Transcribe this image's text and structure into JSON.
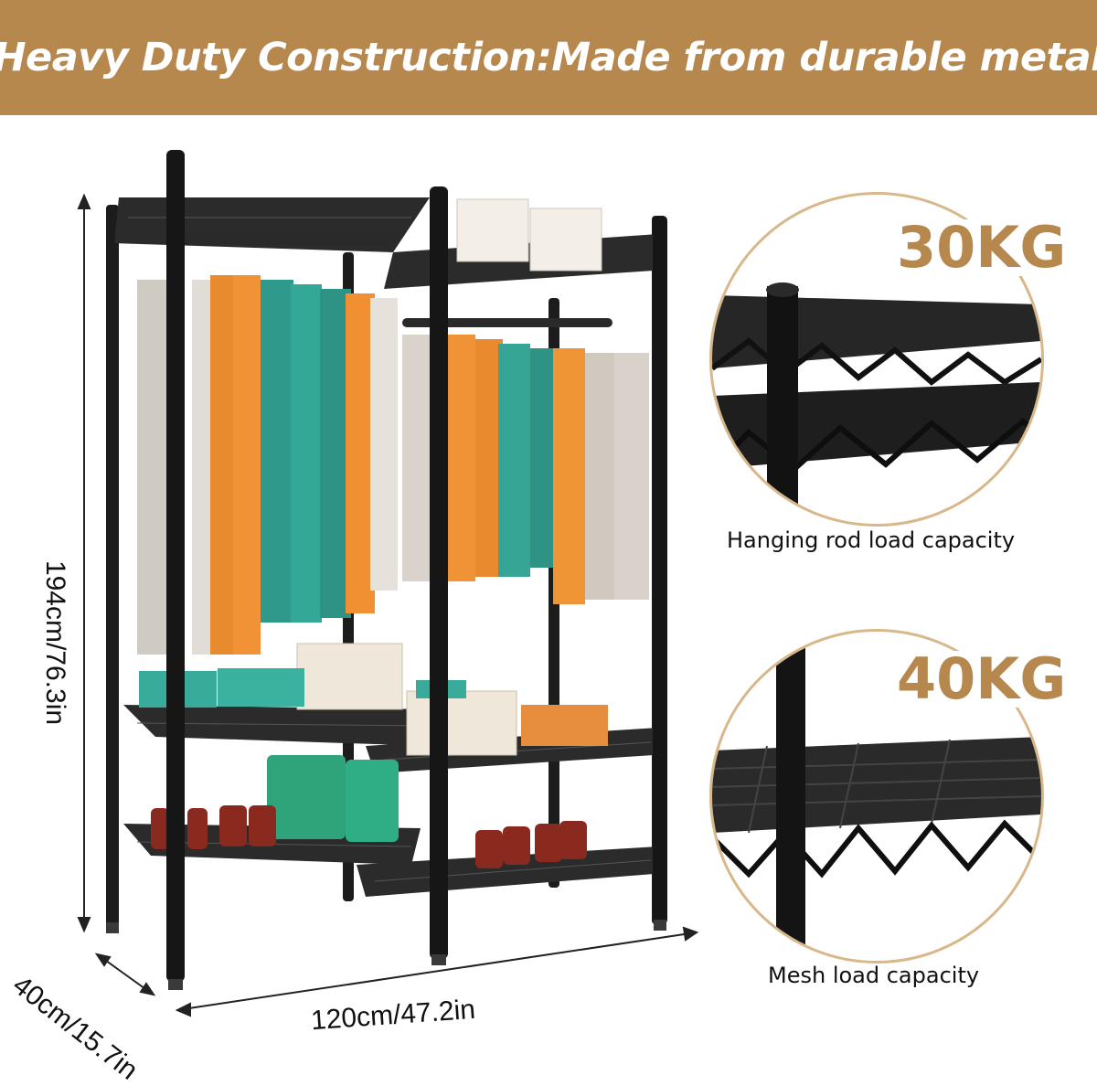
{
  "banner": {
    "title": "Heavy Duty Construction:Made from durable metal",
    "background": "#b6884e",
    "text_color": "#ffffff"
  },
  "dimensions": {
    "height": "194cm/76.3in",
    "width": "120cm/47.2in",
    "depth": "40cm/15.7in"
  },
  "details": [
    {
      "load": "30KG",
      "caption": "Hanging rod load capacity",
      "icon": "wire-shelf-closeup-image"
    },
    {
      "load": "40KG",
      "caption": "Mesh load capacity",
      "icon": "wire-mesh-closeup-image"
    }
  ],
  "colors": {
    "accent": "#b6884e",
    "frame": "#1b1b1b",
    "circle_border": "#d8b88a"
  }
}
